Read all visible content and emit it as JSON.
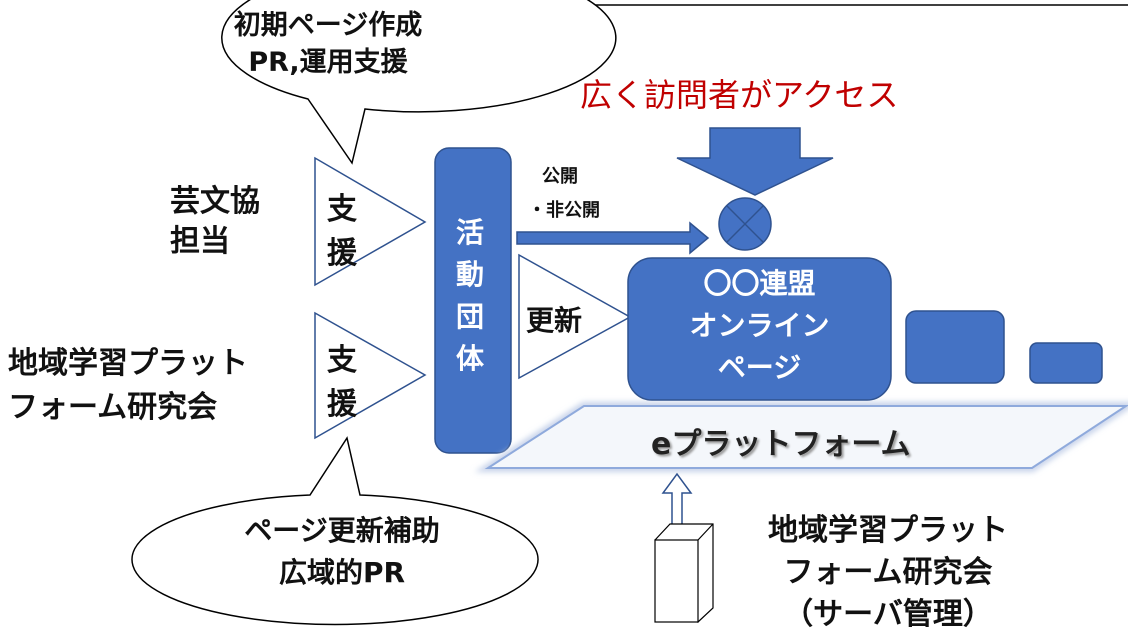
{
  "bubbles": {
    "top": {
      "line1": "初期ページ作成",
      "line2": "PR,運用支援"
    },
    "bottom": {
      "line1": "ページ更新補助",
      "line2": "広域的PR"
    }
  },
  "visitor_access": {
    "text": "広く訪問者がアクセス",
    "color": "#c00000"
  },
  "supporters": {
    "geibunkyo": {
      "line1": "芸文協",
      "line2": "担当"
    },
    "research_group": {
      "line1": "地域学習プラット",
      "line2": "フォーム研究会"
    }
  },
  "support_triangles": {
    "upper": [
      "支",
      "援"
    ],
    "lower": [
      "支",
      "援"
    ]
  },
  "activity_group": [
    "活",
    "動",
    "団",
    "体"
  ],
  "publish_arrow": {
    "line1": "公開",
    "line2": "・非公開"
  },
  "update_triangle": "更新",
  "online_page": {
    "line1": "〇〇連盟",
    "line2": "オンライン",
    "line3": "ページ"
  },
  "platform": "eプラットフォーム",
  "server_admin": {
    "line1": "地域学習プラット",
    "line2": "フォーム研究会",
    "line3": "（サーバ管理）"
  },
  "colors": {
    "primary_blue": "#4472c4",
    "blue_border": "#2f528f",
    "platform_fill": "#f4f7fb",
    "platform_border": "#8faadc"
  },
  "icons": {
    "gate": "circle-x-icon",
    "server": "server-box-icon"
  }
}
